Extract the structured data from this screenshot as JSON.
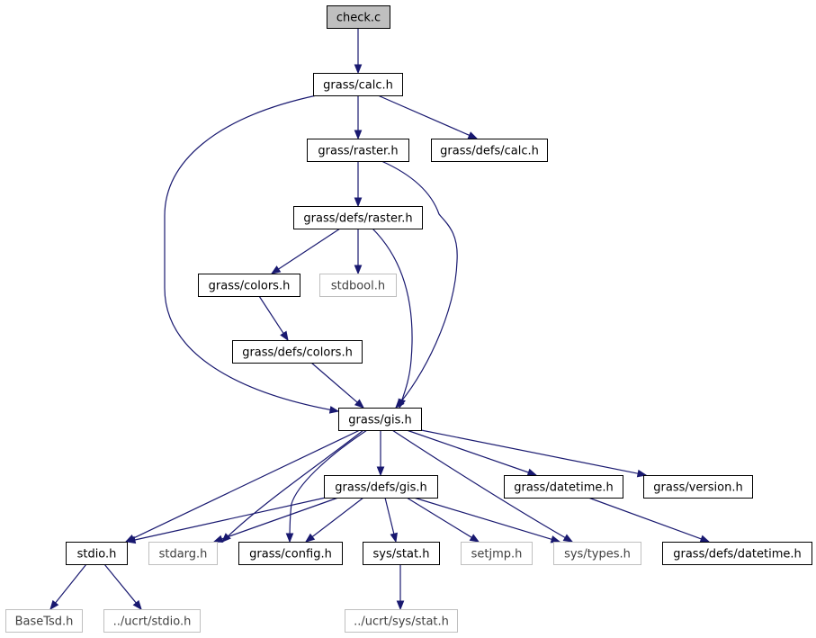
{
  "colors": {
    "edge": "#191970",
    "border_documented": "#000000",
    "border_external": "#bfbfbf",
    "root_fill": "#bfbfbf",
    "text_external": "#404040"
  },
  "nodes": [
    {
      "id": "check-c",
      "label": "check.c",
      "kind": "root"
    },
    {
      "id": "grass-calc-h",
      "label": "grass/calc.h",
      "kind": "documented"
    },
    {
      "id": "grass-raster-h",
      "label": "grass/raster.h",
      "kind": "documented"
    },
    {
      "id": "grass-defs-calc-h",
      "label": "grass/defs/calc.h",
      "kind": "documented"
    },
    {
      "id": "grass-defs-raster-h",
      "label": "grass/defs/raster.h",
      "kind": "documented"
    },
    {
      "id": "grass-colors-h",
      "label": "grass/colors.h",
      "kind": "documented"
    },
    {
      "id": "stdbool-h",
      "label": "stdbool.h",
      "kind": "external"
    },
    {
      "id": "grass-defs-colors-h",
      "label": "grass/defs/colors.h",
      "kind": "documented"
    },
    {
      "id": "grass-gis-h",
      "label": "grass/gis.h",
      "kind": "documented"
    },
    {
      "id": "grass-defs-gis-h",
      "label": "grass/defs/gis.h",
      "kind": "documented"
    },
    {
      "id": "grass-datetime-h",
      "label": "grass/datetime.h",
      "kind": "documented"
    },
    {
      "id": "grass-version-h",
      "label": "grass/version.h",
      "kind": "documented"
    },
    {
      "id": "stdio-h",
      "label": "stdio.h",
      "kind": "documented"
    },
    {
      "id": "stdarg-h",
      "label": "stdarg.h",
      "kind": "external"
    },
    {
      "id": "grass-config-h",
      "label": "grass/config.h",
      "kind": "documented"
    },
    {
      "id": "sys-stat-h",
      "label": "sys/stat.h",
      "kind": "documented"
    },
    {
      "id": "setjmp-h",
      "label": "setjmp.h",
      "kind": "external"
    },
    {
      "id": "sys-types-h",
      "label": "sys/types.h",
      "kind": "external"
    },
    {
      "id": "grass-defs-datetime-h",
      "label": "grass/defs/datetime.h",
      "kind": "documented"
    },
    {
      "id": "basetsd-h",
      "label": "BaseTsd.h",
      "kind": "external"
    },
    {
      "id": "ucrt-stdio-h",
      "label": "../ucrt/stdio.h",
      "kind": "external"
    },
    {
      "id": "ucrt-sys-stat-h",
      "label": "../ucrt/sys/stat.h",
      "kind": "external"
    }
  ],
  "edges": [
    {
      "from": "check-c",
      "to": "grass-calc-h"
    },
    {
      "from": "grass-calc-h",
      "to": "grass-raster-h"
    },
    {
      "from": "grass-calc-h",
      "to": "grass-defs-calc-h"
    },
    {
      "from": "grass-calc-h",
      "to": "grass-gis-h"
    },
    {
      "from": "grass-raster-h",
      "to": "grass-defs-raster-h"
    },
    {
      "from": "grass-raster-h",
      "to": "grass-gis-h"
    },
    {
      "from": "grass-defs-raster-h",
      "to": "grass-colors-h"
    },
    {
      "from": "grass-defs-raster-h",
      "to": "stdbool-h"
    },
    {
      "from": "grass-defs-raster-h",
      "to": "grass-gis-h"
    },
    {
      "from": "grass-colors-h",
      "to": "grass-defs-colors-h"
    },
    {
      "from": "grass-defs-colors-h",
      "to": "grass-gis-h"
    },
    {
      "from": "grass-gis-h",
      "to": "stdio-h"
    },
    {
      "from": "grass-gis-h",
      "to": "stdarg-h"
    },
    {
      "from": "grass-gis-h",
      "to": "grass-config-h"
    },
    {
      "from": "grass-gis-h",
      "to": "grass-defs-gis-h"
    },
    {
      "from": "grass-gis-h",
      "to": "sys-types-h"
    },
    {
      "from": "grass-gis-h",
      "to": "grass-datetime-h"
    },
    {
      "from": "grass-gis-h",
      "to": "grass-version-h"
    },
    {
      "from": "grass-defs-gis-h",
      "to": "stdio-h"
    },
    {
      "from": "grass-defs-gis-h",
      "to": "stdarg-h"
    },
    {
      "from": "grass-defs-gis-h",
      "to": "grass-config-h"
    },
    {
      "from": "grass-defs-gis-h",
      "to": "sys-stat-h"
    },
    {
      "from": "grass-defs-gis-h",
      "to": "setjmp-h"
    },
    {
      "from": "grass-defs-gis-h",
      "to": "sys-types-h"
    },
    {
      "from": "grass-datetime-h",
      "to": "grass-defs-datetime-h"
    },
    {
      "from": "stdio-h",
      "to": "basetsd-h"
    },
    {
      "from": "stdio-h",
      "to": "ucrt-stdio-h"
    },
    {
      "from": "sys-stat-h",
      "to": "ucrt-sys-stat-h"
    }
  ]
}
